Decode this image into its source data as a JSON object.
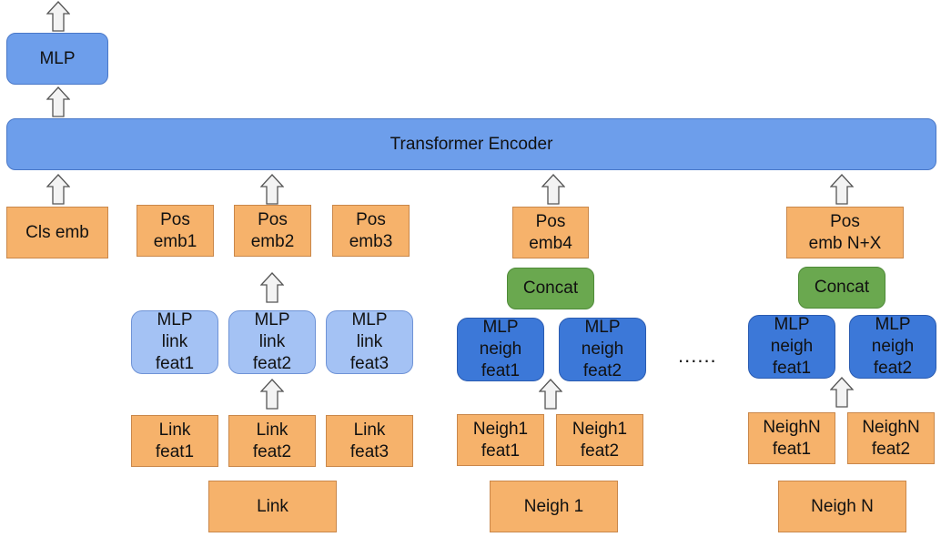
{
  "top_mlp": "MLP",
  "encoder": "Transformer Encoder",
  "cls_emb": "Cls emb",
  "pos": {
    "emb1": "Pos\nemb1",
    "emb2": "Pos\nemb2",
    "emb3": "Pos\nemb3",
    "emb4": "Pos\nemb4",
    "embNX": "Pos\nemb N+X"
  },
  "link": {
    "mlp1": "MLP\nlink\nfeat1",
    "mlp2": "MLP\nlink\nfeat2",
    "mlp3": "MLP\nlink\nfeat3",
    "feat1": "Link\nfeat1",
    "feat2": "Link\nfeat2",
    "feat3": "Link\nfeat3",
    "root": "Link"
  },
  "neigh1": {
    "concat": "Concat",
    "mlp1": "MLP\nneigh\nfeat1",
    "mlp2": "MLP\nneigh\nfeat2",
    "feat1": "Neigh1\nfeat1",
    "feat2": "Neigh1\nfeat2",
    "root": "Neigh 1"
  },
  "neighN": {
    "concat": "Concat",
    "mlp1": "MLP\nneigh\nfeat1",
    "mlp2": "MLP\nneigh\nfeat2",
    "feat1": "NeighN\nfeat1",
    "feat2": "NeighN\nfeat2",
    "root": "Neigh N"
  },
  "ellipsis": "......",
  "colors": {
    "orange": "#f6b26b",
    "blue": "#6d9eeb",
    "light_blue": "#a4c2f4",
    "dark_blue": "#3c78d8",
    "green": "#6aa84f"
  }
}
